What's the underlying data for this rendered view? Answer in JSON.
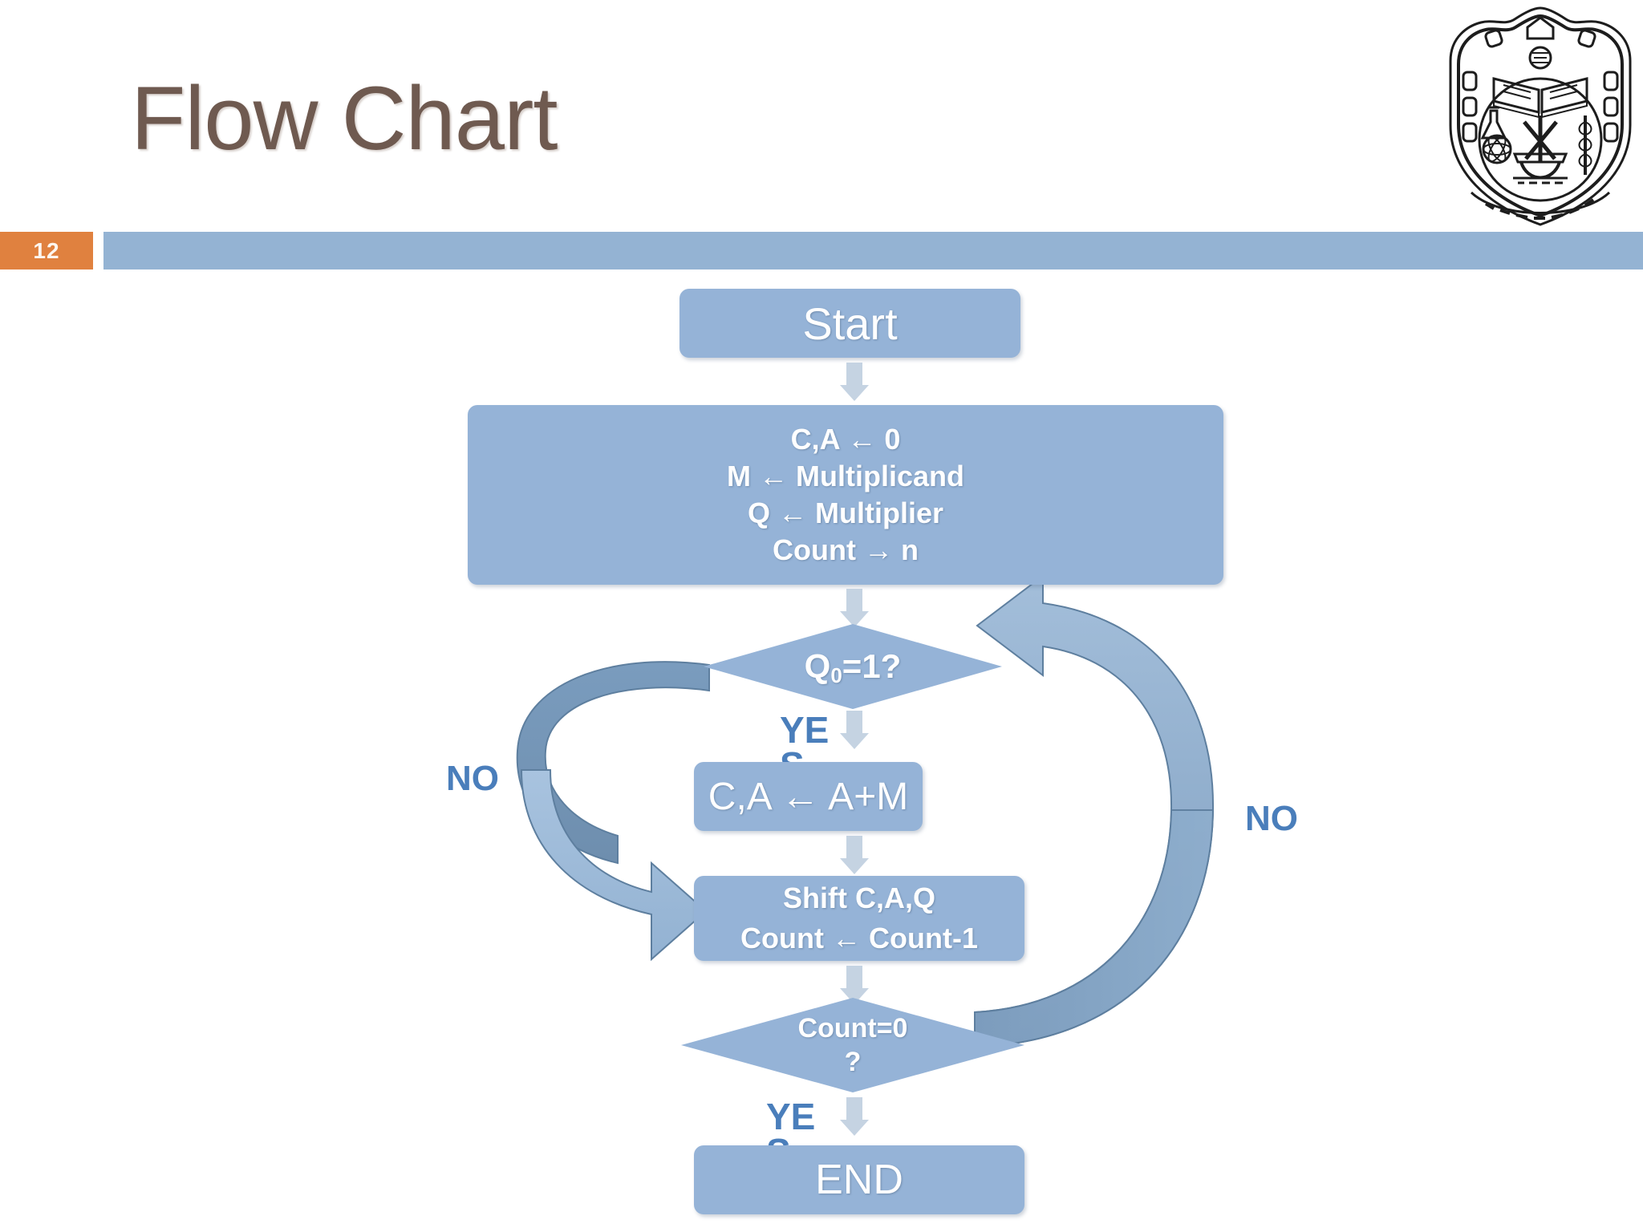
{
  "slide": {
    "title": "Flow Chart",
    "page_number": "12",
    "title_color": "#6F5A50",
    "accent_orange": "#E0813F",
    "accent_blue": "#94B3D3",
    "node_fill": "#95B3D7",
    "label_blue": "#4A7EBB",
    "connector_gray": "#C5D3E2",
    "logo_alt": "Sultan Qaboos University emblem"
  },
  "chart_data": {
    "type": "diagram",
    "title": "Flow Chart",
    "subtype": "flowchart",
    "description": "Booth/shift-add binary multiplication algorithm flow chart",
    "nodes": [
      {
        "id": "start",
        "shape": "process",
        "lines": [
          "Start"
        ]
      },
      {
        "id": "init",
        "shape": "process",
        "lines": [
          "C,A ← 0",
          "M ← Multiplicand",
          "Q ← Multiplier",
          "Count → n"
        ]
      },
      {
        "id": "q0",
        "shape": "decision",
        "lines": [
          "Q₀=1?"
        ]
      },
      {
        "id": "add",
        "shape": "process",
        "lines": [
          "C,A ← A+M"
        ]
      },
      {
        "id": "shift",
        "shape": "process",
        "lines": [
          "Shift C,A,Q",
          "Count ← Count-1"
        ]
      },
      {
        "id": "count0",
        "shape": "decision",
        "lines": [
          "Count=0",
          "?"
        ]
      },
      {
        "id": "end",
        "shape": "process",
        "lines": [
          "END"
        ]
      }
    ],
    "edges": [
      {
        "from": "start",
        "to": "shift",
        "label": "",
        "kind": "down-arrow"
      },
      {
        "from": "init",
        "to": "q0",
        "label": "",
        "kind": "down-arrow"
      },
      {
        "from": "q0",
        "to": "add",
        "label": "YES",
        "kind": "down-arrow"
      },
      {
        "from": "add",
        "to": "shift",
        "label": "",
        "kind": "down-arrow"
      },
      {
        "from": "shift",
        "to": "count0",
        "label": "",
        "kind": "down-arrow"
      },
      {
        "from": "count0",
        "to": "end",
        "label": "YES",
        "kind": "down-arrow"
      },
      {
        "from": "q0",
        "to": "shift",
        "label": "NO",
        "kind": "curved-left-loop"
      },
      {
        "from": "count0",
        "to": "q0",
        "label": "NO",
        "kind": "curved-right-loop"
      }
    ]
  },
  "nodes": {
    "start": {
      "text": "Start"
    },
    "init": {
      "l1": "C,A ← 0",
      "l2": "M ← Multiplicand",
      "l3": "Q ← Multiplier",
      "l4": "Count → n"
    },
    "q0": {
      "text_a": "Q",
      "text_sub": "0",
      "text_b": "=1?"
    },
    "add": {
      "text": "C,A ← A+M"
    },
    "shift": {
      "l1": "Shift C,A,Q",
      "l2": "Count ← Count-1"
    },
    "count0": {
      "l1": "Count=0",
      "l2": "?"
    },
    "end": {
      "text": "END"
    }
  },
  "labels": {
    "yes_top_a": "YE",
    "yes_top_b": "S",
    "yes_bottom_a": "YE",
    "yes_bottom_b": "S",
    "no_left": "NO",
    "no_right": "NO"
  }
}
